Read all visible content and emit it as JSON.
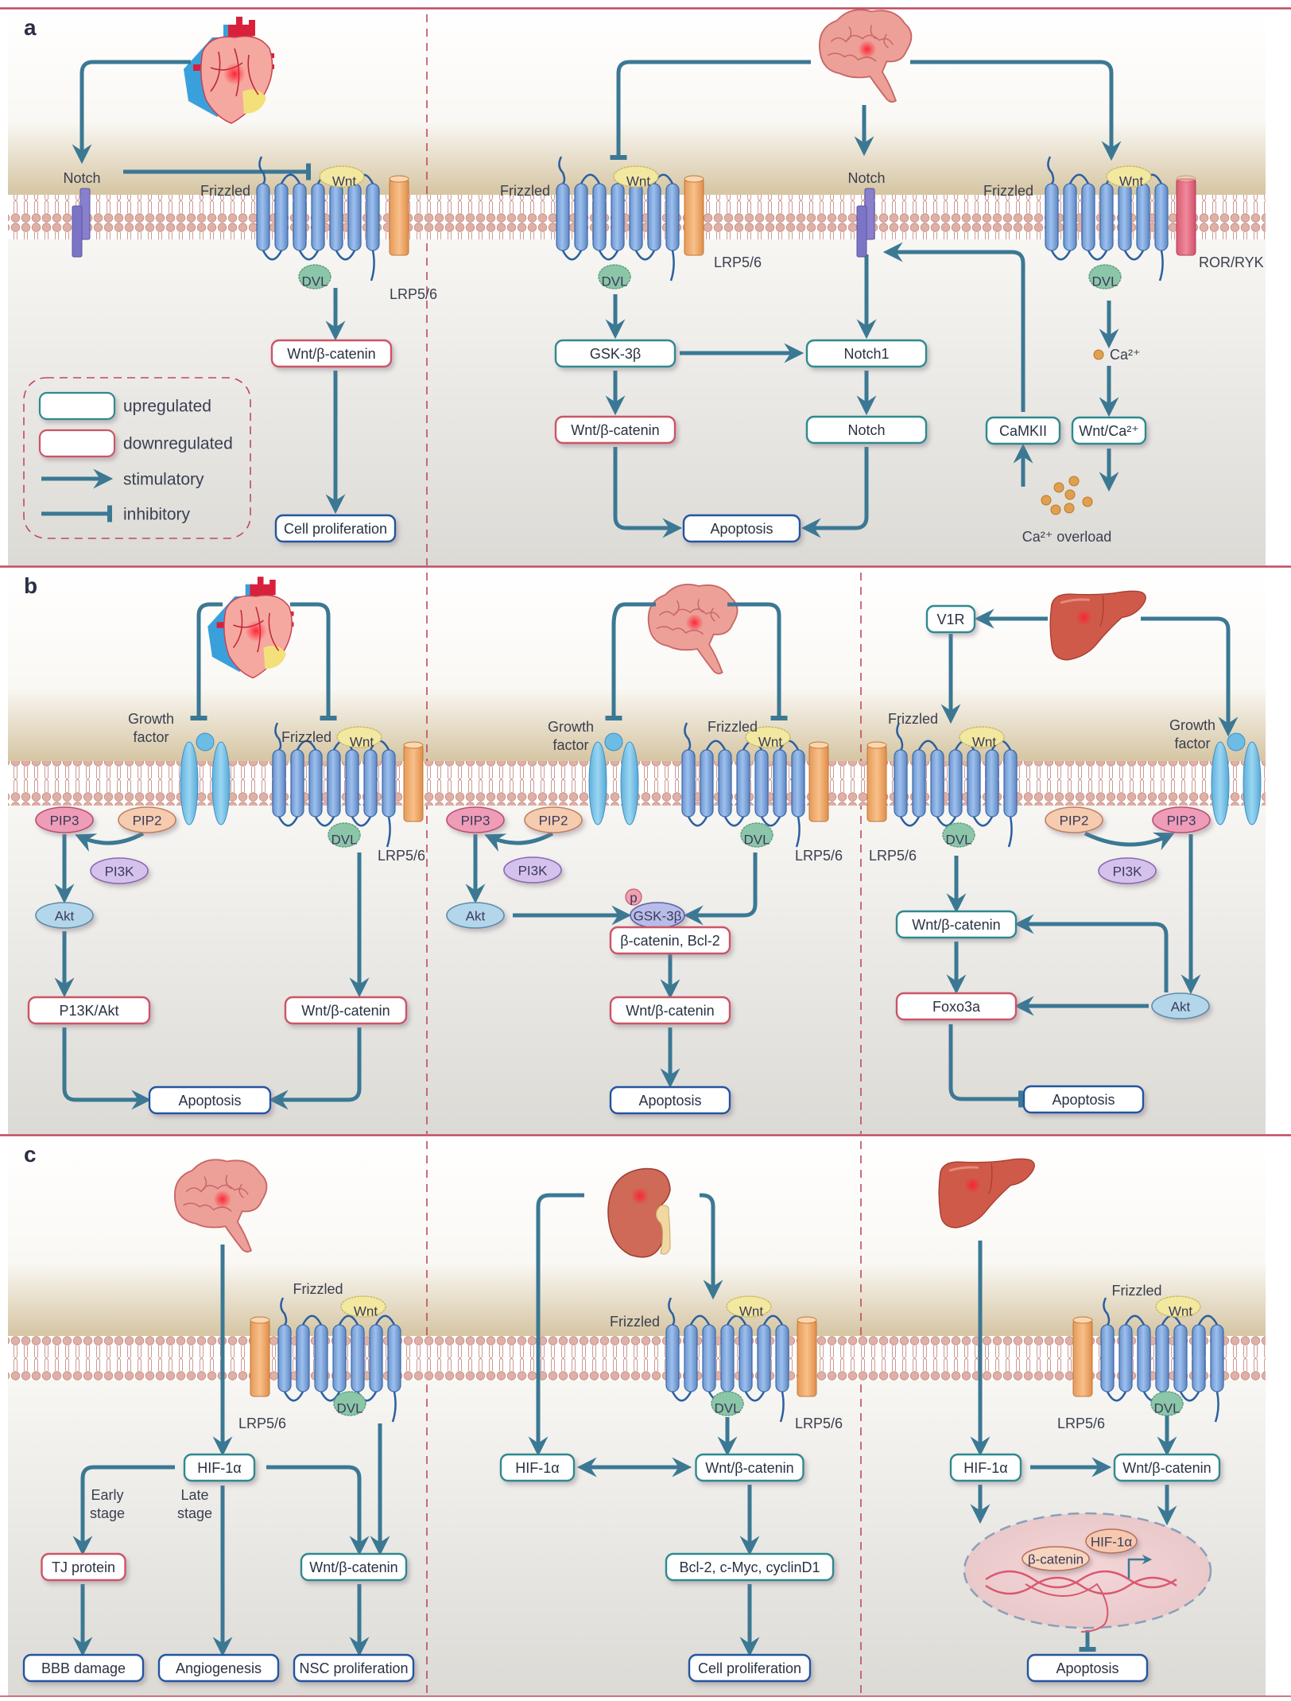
{
  "figure": {
    "colors": {
      "upregulated_border": "#2f8a8f",
      "downregulated_border": "#cc5566",
      "outcome_border": "#2356a0",
      "arrow": "#3b7894",
      "panel_divider": "#c04a5e",
      "frizzled": "#7ea6dc",
      "lrp": "#f0a868",
      "ror_ryk": "#e0667a",
      "notch": "#8a84cc",
      "wnt": "#f2e8a0",
      "dvl": "#8cc6a8",
      "growth_factor_receptor": "#78c0e4",
      "pip3": "#e898b0",
      "pip2": "#f2c8a8",
      "pi3k": "#c8b8e4",
      "akt": "#a8cce0",
      "calcium": "#e0a050"
    },
    "legend": {
      "items": [
        {
          "kind": "upregulated-box",
          "label": "upregulated"
        },
        {
          "kind": "downregulated-box",
          "label": "downregulated"
        },
        {
          "kind": "stimulatory-arrow",
          "label": "stimulatory"
        },
        {
          "kind": "inhibitory-arrow",
          "label": "inhibitory"
        }
      ]
    },
    "panels": [
      {
        "letter": "a",
        "subpanels": [
          {
            "organ": "heart",
            "receptors": [
              "Notch",
              "Frizzled",
              "Wnt",
              "DVL",
              "LRP5/6"
            ],
            "labels": {
              "notch": "Notch",
              "frizzled": "Frizzled",
              "wnt": "Wnt",
              "dvl": "DVL",
              "lrp": "LRP5/6"
            },
            "nodes": [
              {
                "id": "wnt-b-catenin",
                "text": "Wnt/β-catenin",
                "status": "downregulated"
              },
              {
                "id": "cell-proliferation",
                "text": "Cell proliferation",
                "status": "outcome"
              }
            ],
            "edges": [
              {
                "from": "heart",
                "to": "Notch",
                "type": "stimulatory"
              },
              {
                "from": "Notch",
                "to": "Wnt",
                "type": "inhibitory"
              },
              {
                "from": "DVL",
                "to": "Wnt/β-catenin",
                "type": "stimulatory"
              },
              {
                "from": "Wnt/β-catenin",
                "to": "Cell proliferation",
                "type": "stimulatory"
              }
            ]
          },
          {
            "organ": "brain",
            "labels": {
              "frizzled_1": "Frizzled",
              "wnt_1": "Wnt",
              "dvl_1": "DVL",
              "lrp": "LRP5/6",
              "notch": "Notch",
              "frizzled_2": "Frizzled",
              "wnt_2": "Wnt",
              "dvl_2": "DVL",
              "ror_ryk": "ROR/RYK",
              "ca": "Ca²⁺",
              "ca_overload": "Ca²⁺ overload"
            },
            "nodes": [
              {
                "id": "gsk3b",
                "text": "GSK-3β",
                "status": "upregulated"
              },
              {
                "id": "notch1",
                "text": "Notch1",
                "status": "upregulated"
              },
              {
                "id": "wnt-b-catenin",
                "text": "Wnt/β-catenin",
                "status": "downregulated"
              },
              {
                "id": "notch",
                "text": "Notch",
                "status": "upregulated"
              },
              {
                "id": "apoptosis",
                "text": "Apoptosis",
                "status": "outcome"
              },
              {
                "id": "camkii",
                "text": "CaMKII",
                "status": "upregulated"
              },
              {
                "id": "wnt-ca",
                "text": "Wnt/Ca²⁺",
                "status": "upregulated"
              }
            ],
            "edges": [
              {
                "from": "brain",
                "to": "Wnt (canonical)",
                "type": "inhibitory"
              },
              {
                "from": "brain",
                "to": "Notch",
                "type": "stimulatory"
              },
              {
                "from": "brain",
                "to": "Wnt (non-canonical)",
                "type": "stimulatory"
              },
              {
                "from": "DVL",
                "to": "GSK-3β",
                "type": "stimulatory"
              },
              {
                "from": "GSK-3β",
                "to": "Notch1",
                "type": "stimulatory"
              },
              {
                "from": "GSK-3β",
                "to": "Wnt/β-catenin",
                "type": "stimulatory"
              },
              {
                "from": "Notch",
                "to": "Notch1",
                "type": "stimulatory"
              },
              {
                "from": "Notch1",
                "to": "Notch",
                "type": "stimulatory"
              },
              {
                "from": "Wnt/β-catenin",
                "to": "Apoptosis",
                "type": "stimulatory"
              },
              {
                "from": "Notch",
                "to": "Apoptosis",
                "type": "stimulatory"
              },
              {
                "from": "DVL",
                "to": "Ca²⁺",
                "type": "stimulatory"
              },
              {
                "from": "Ca²⁺",
                "to": "Wnt/Ca²⁺",
                "type": "stimulatory"
              },
              {
                "from": "Wnt/Ca²⁺",
                "to": "Ca²⁺ overload",
                "type": "stimulatory"
              },
              {
                "from": "Ca²⁺ overload",
                "to": "CaMKII",
                "type": "stimulatory"
              },
              {
                "from": "CaMKII",
                "to": "Notch",
                "type": "stimulatory"
              }
            ]
          }
        ]
      },
      {
        "letter": "b",
        "subpanels": [
          {
            "organ": "heart",
            "labels": {
              "growth_factor": "Growth factor",
              "frizzled": "Frizzled",
              "wnt": "Wnt",
              "dvl": "DVL",
              "lrp": "LRP5/6",
              "pip3": "PIP3",
              "pip2": "PIP2",
              "pi3k": "PI3K",
              "akt": "Akt"
            },
            "nodes": [
              {
                "id": "pi3k-akt",
                "text": "P13K/Akt",
                "status": "downregulated"
              },
              {
                "id": "wnt-b-catenin",
                "text": "Wnt/β-catenin",
                "status": "downregulated"
              },
              {
                "id": "apoptosis",
                "text": "Apoptosis",
                "status": "outcome"
              }
            ],
            "edges": [
              {
                "from": "heart",
                "to": "Growth factor",
                "type": "inhibitory"
              },
              {
                "from": "heart",
                "to": "Wnt",
                "type": "inhibitory"
              },
              {
                "from": "PIP2",
                "to": "PIP3",
                "type": "stimulatory",
                "via": "PI3K"
              },
              {
                "from": "PIP3",
                "to": "Akt",
                "type": "stimulatory"
              },
              {
                "from": "Akt",
                "to": "P13K/Akt",
                "type": "stimulatory"
              },
              {
                "from": "DVL",
                "to": "Wnt/β-catenin",
                "type": "stimulatory"
              },
              {
                "from": "P13K/Akt",
                "to": "Apoptosis",
                "type": "stimulatory"
              },
              {
                "from": "Wnt/β-catenin",
                "to": "Apoptosis",
                "type": "stimulatory"
              }
            ]
          },
          {
            "organ": "brain",
            "labels": {
              "growth_factor": "Growth factor",
              "frizzled": "Frizzled",
              "wnt": "Wnt",
              "dvl": "DVL",
              "lrp": "LRP5/6",
              "pip3": "PIP3",
              "pip2": "PIP2",
              "pi3k": "PI3K",
              "akt": "Akt",
              "p": "p",
              "gsk3b": "GSK-3β"
            },
            "nodes": [
              {
                "id": "b-catenin-bcl2",
                "text": "β-catenin, Bcl-2",
                "status": "downregulated"
              },
              {
                "id": "wnt-b-catenin",
                "text": "Wnt/β-catenin",
                "status": "downregulated"
              },
              {
                "id": "apoptosis",
                "text": "Apoptosis",
                "status": "outcome"
              }
            ],
            "edges": [
              {
                "from": "brain",
                "to": "Growth factor",
                "type": "inhibitory"
              },
              {
                "from": "brain",
                "to": "Wnt",
                "type": "inhibitory"
              },
              {
                "from": "PIP2",
                "to": "PIP3",
                "type": "stimulatory",
                "via": "PI3K"
              },
              {
                "from": "PIP3",
                "to": "Akt",
                "type": "stimulatory"
              },
              {
                "from": "Akt",
                "to": "p-GSK-3β",
                "type": "stimulatory"
              },
              {
                "from": "DVL",
                "to": "p-GSK-3β",
                "type": "stimulatory"
              },
              {
                "from": "β-catenin, Bcl-2",
                "to": "Wnt/β-catenin",
                "type": "stimulatory"
              },
              {
                "from": "Wnt/β-catenin",
                "to": "Apoptosis",
                "type": "stimulatory"
              }
            ]
          },
          {
            "organ": "liver",
            "labels": {
              "frizzled": "Frizzled",
              "wnt": "Wnt",
              "dvl": "DVL",
              "lrp": "LRP5/6",
              "growth_factor": "Growth factor",
              "pip2": "PIP2",
              "pip3": "PIP3",
              "pi3k": "PI3K",
              "akt": "Akt"
            },
            "nodes": [
              {
                "id": "v1r",
                "text": "V1R",
                "status": "upregulated"
              },
              {
                "id": "wnt-b-catenin",
                "text": "Wnt/β-catenin",
                "status": "upregulated"
              },
              {
                "id": "foxo3a",
                "text": "Foxo3a",
                "status": "downregulated"
              },
              {
                "id": "apoptosis",
                "text": "Apoptosis",
                "status": "outcome"
              }
            ],
            "edges": [
              {
                "from": "liver",
                "to": "V1R",
                "type": "stimulatory"
              },
              {
                "from": "V1R",
                "to": "Wnt",
                "type": "stimulatory"
              },
              {
                "from": "liver",
                "to": "Growth factor",
                "type": "stimulatory"
              },
              {
                "from": "PIP2",
                "to": "PIP3",
                "type": "stimulatory",
                "via": "PI3K"
              },
              {
                "from": "PIP3",
                "to": "Akt",
                "type": "stimulatory"
              },
              {
                "from": "DVL",
                "to": "Wnt/β-catenin",
                "type": "stimulatory"
              },
              {
                "from": "Akt",
                "to": "Wnt/β-catenin",
                "type": "stimulatory"
              },
              {
                "from": "Akt",
                "to": "Foxo3a",
                "type": "stimulatory"
              },
              {
                "from": "Wnt/β-catenin",
                "to": "Foxo3a",
                "type": "stimulatory"
              },
              {
                "from": "Foxo3a",
                "to": "Apoptosis",
                "type": "inhibitory"
              }
            ]
          }
        ]
      },
      {
        "letter": "c",
        "subpanels": [
          {
            "organ": "brain",
            "labels": {
              "frizzled": "Frizzled",
              "wnt": "Wnt",
              "dvl": "DVL",
              "lrp": "LRP5/6",
              "early_stage": "Early stage",
              "late_stage": "Late stage"
            },
            "nodes": [
              {
                "id": "hif1a",
                "text": "HIF-1α",
                "status": "upregulated"
              },
              {
                "id": "tj-protein",
                "text": "TJ protein",
                "status": "downregulated"
              },
              {
                "id": "wnt-b-catenin",
                "text": "Wnt/β-catenin",
                "status": "upregulated"
              },
              {
                "id": "bbb-damage",
                "text": "BBB damage",
                "status": "outcome"
              },
              {
                "id": "angiogenesis",
                "text": "Angiogenesis",
                "status": "outcome"
              },
              {
                "id": "nsc-proliferation",
                "text": "NSC proliferation",
                "status": "outcome"
              }
            ],
            "edges": [
              {
                "from": "brain",
                "to": "HIF-1α",
                "type": "stimulatory"
              },
              {
                "from": "HIF-1α",
                "to": "TJ protein",
                "type": "stimulatory",
                "label": "Early stage"
              },
              {
                "from": "HIF-1α",
                "to": "Angiogenesis",
                "type": "stimulatory",
                "label": "Late stage"
              },
              {
                "from": "HIF-1α",
                "to": "Wnt/β-catenin",
                "type": "stimulatory"
              },
              {
                "from": "DVL",
                "to": "Wnt/β-catenin",
                "type": "stimulatory"
              },
              {
                "from": "TJ protein",
                "to": "BBB damage",
                "type": "stimulatory"
              },
              {
                "from": "Wnt/β-catenin",
                "to": "NSC proliferation",
                "type": "stimulatory"
              }
            ]
          },
          {
            "organ": "kidney",
            "labels": {
              "frizzled": "Frizzled",
              "wnt": "Wnt",
              "dvl": "DVL",
              "lrp": "LRP5/6"
            },
            "nodes": [
              {
                "id": "hif1a",
                "text": "HIF-1α",
                "status": "upregulated"
              },
              {
                "id": "wnt-b-catenin",
                "text": "Wnt/β-catenin",
                "status": "upregulated"
              },
              {
                "id": "bcl2-cmyc-cyclind1",
                "text": "Bcl-2, c-Myc, cyclinD1",
                "status": "upregulated"
              },
              {
                "id": "cell-proliferation",
                "text": "Cell proliferation",
                "status": "outcome"
              }
            ],
            "edges": [
              {
                "from": "kidney",
                "to": "HIF-1α",
                "type": "stimulatory"
              },
              {
                "from": "kidney",
                "to": "Wnt",
                "type": "stimulatory"
              },
              {
                "from": "HIF-1α",
                "to": "Wnt/β-catenin",
                "type": "bidirectional"
              },
              {
                "from": "DVL",
                "to": "Wnt/β-catenin",
                "type": "stimulatory"
              },
              {
                "from": "Wnt/β-catenin",
                "to": "Bcl-2, c-Myc, cyclinD1",
                "type": "stimulatory"
              },
              {
                "from": "Bcl-2, c-Myc, cyclinD1",
                "to": "Cell proliferation",
                "type": "stimulatory"
              }
            ]
          },
          {
            "organ": "liver",
            "labels": {
              "frizzled": "Frizzled",
              "wnt": "Wnt",
              "dvl": "DVL",
              "lrp": "LRP5/6",
              "nuc_b_catenin": "β-catenin",
              "nuc_hif1a": "HIF-1α"
            },
            "nodes": [
              {
                "id": "hif1a",
                "text": "HIF-1α",
                "status": "upregulated"
              },
              {
                "id": "wnt-b-catenin",
                "text": "Wnt/β-catenin",
                "status": "upregulated"
              },
              {
                "id": "apoptosis",
                "text": "Apoptosis",
                "status": "outcome"
              }
            ],
            "edges": [
              {
                "from": "liver",
                "to": "HIF-1α",
                "type": "stimulatory"
              },
              {
                "from": "HIF-1α",
                "to": "Wnt/β-catenin",
                "type": "stimulatory"
              },
              {
                "from": "DVL",
                "to": "Wnt/β-catenin",
                "type": "stimulatory"
              },
              {
                "from": "HIF-1α",
                "to": "nucleus",
                "type": "stimulatory"
              },
              {
                "from": "Wnt/β-catenin",
                "to": "nucleus",
                "type": "stimulatory"
              },
              {
                "from": "nucleus",
                "to": "Apoptosis",
                "type": "inhibitory"
              }
            ]
          }
        ]
      }
    ]
  }
}
